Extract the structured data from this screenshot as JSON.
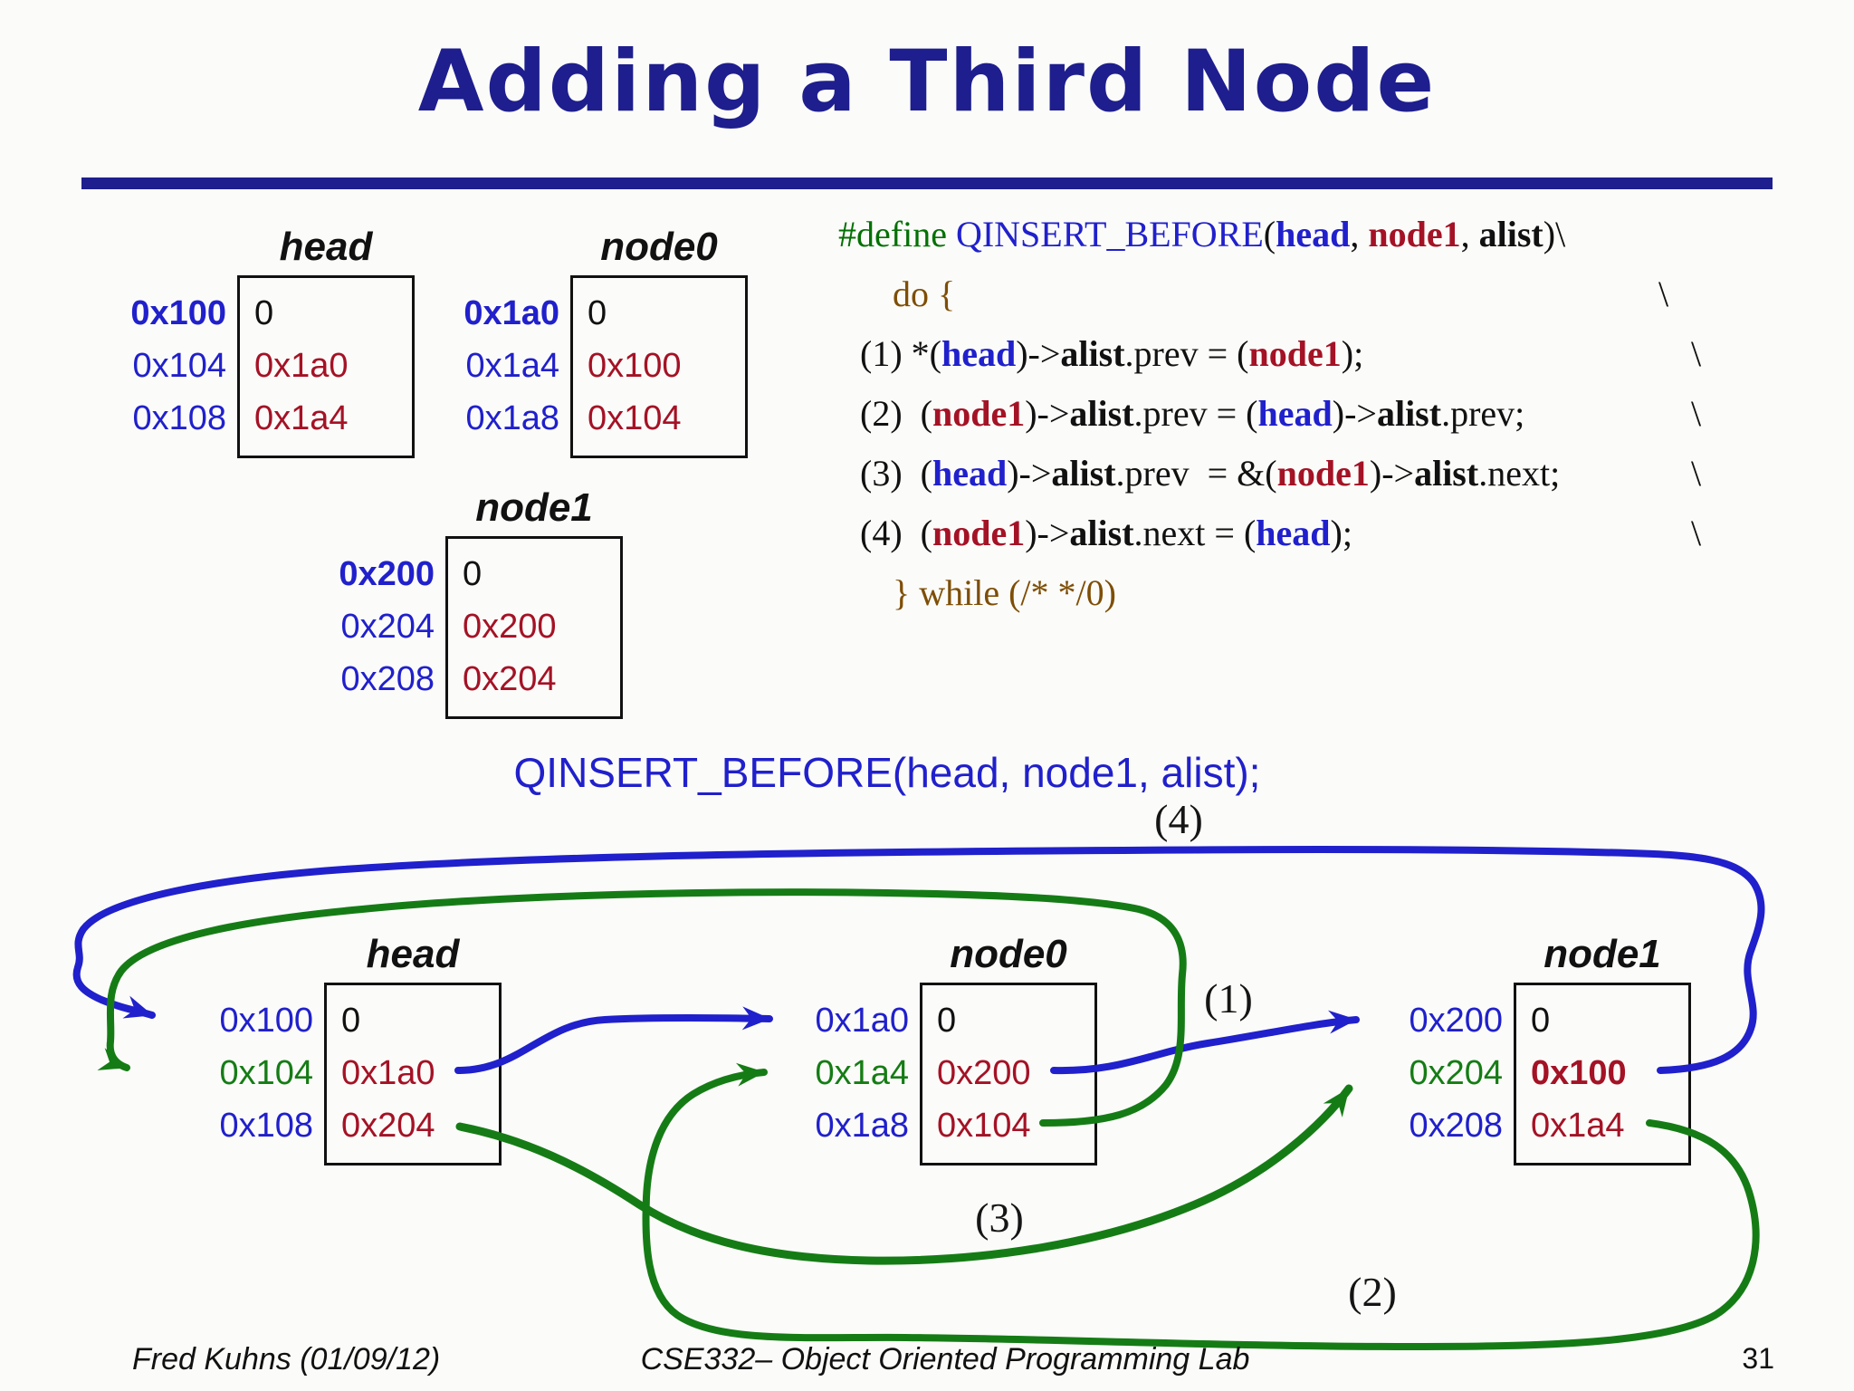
{
  "slide": {
    "title": "Adding a Third Node",
    "call_statement": "QINSERT_BEFORE(head, node1, alist);",
    "footer": {
      "author": "Fred Kuhns (01/09/12)",
      "course": "CSE332– Object Oriented Programming Lab",
      "page": "31"
    }
  },
  "colors": {
    "navy": "#1e1e8e",
    "blue": "#2020cc",
    "dark_red": "#a41225",
    "green": "#157c15",
    "brown": "#7e4e06",
    "code_green": "#047004",
    "black": "#111111"
  },
  "code": {
    "lines": [
      {
        "indent": 0,
        "segments": [
          {
            "t": "#define",
            "c": "g"
          },
          {
            "t": " QINSERT_BEFORE",
            "c": "b"
          },
          {
            "t": "(",
            "c": "k"
          },
          {
            "t": "head",
            "c": "bb"
          },
          {
            "t": ", ",
            "c": "k"
          },
          {
            "t": "node1",
            "c": "br"
          },
          {
            "t": ", ",
            "c": "k"
          },
          {
            "t": "alist",
            "c": "bk"
          },
          {
            "t": ")\\",
            "c": "k"
          }
        ]
      },
      {
        "indent": 2,
        "segments": [
          {
            "t": "do {",
            "c": "w"
          }
        ],
        "cont": "\\"
      },
      {
        "indent": 1,
        "segments": [
          {
            "t": "(1) *(",
            "c": "k"
          },
          {
            "t": "head",
            "c": "bb"
          },
          {
            "t": ")->",
            "c": "k"
          },
          {
            "t": "alist",
            "c": "bk"
          },
          {
            "t": ".prev = (",
            "c": "k"
          },
          {
            "t": "node1",
            "c": "br"
          },
          {
            "t": ");",
            "c": "k"
          }
        ],
        "cont": "\\"
      },
      {
        "indent": 1,
        "segments": [
          {
            "t": "(2)  (",
            "c": "k"
          },
          {
            "t": "node1",
            "c": "br"
          },
          {
            "t": ")->",
            "c": "k"
          },
          {
            "t": "alist",
            "c": "bk"
          },
          {
            "t": ".prev = (",
            "c": "k"
          },
          {
            "t": "head",
            "c": "bb"
          },
          {
            "t": ")->",
            "c": "k"
          },
          {
            "t": "alist",
            "c": "bk"
          },
          {
            "t": ".prev;",
            "c": "k"
          }
        ],
        "cont": "\\"
      },
      {
        "indent": 1,
        "segments": [
          {
            "t": "(3)  (",
            "c": "k"
          },
          {
            "t": "head",
            "c": "bb"
          },
          {
            "t": ")->",
            "c": "k"
          },
          {
            "t": "alist",
            "c": "bk"
          },
          {
            "t": ".prev  = &(",
            "c": "k"
          },
          {
            "t": "node1",
            "c": "br"
          },
          {
            "t": ")->",
            "c": "k"
          },
          {
            "t": "alist",
            "c": "bk"
          },
          {
            "t": ".next;",
            "c": "k"
          }
        ],
        "cont": "\\"
      },
      {
        "indent": 1,
        "segments": [
          {
            "t": "(4)  (",
            "c": "k"
          },
          {
            "t": "node1",
            "c": "br"
          },
          {
            "t": ")->",
            "c": "k"
          },
          {
            "t": "alist",
            "c": "bk"
          },
          {
            "t": ".next = (",
            "c": "k"
          },
          {
            "t": "head",
            "c": "bb"
          },
          {
            "t": ");",
            "c": "k"
          }
        ],
        "cont": "\\"
      },
      {
        "indent": 2,
        "segments": [
          {
            "t": "} while (/* */0)",
            "c": "w"
          }
        ]
      }
    ]
  },
  "tables_top": {
    "head": {
      "name": "head",
      "rows": [
        {
          "addr": "0x100",
          "ac": "blue",
          "ab": true,
          "val": "0",
          "vc": "k"
        },
        {
          "addr": "0x104",
          "ac": "blue",
          "val": "0x1a0",
          "vc": "red"
        },
        {
          "addr": "0x108",
          "ac": "blue",
          "val": "0x1a4",
          "vc": "red"
        }
      ]
    },
    "node0": {
      "name": "node0",
      "rows": [
        {
          "addr": "0x1a0",
          "ac": "blue",
          "ab": true,
          "val": "0",
          "vc": "k"
        },
        {
          "addr": "0x1a4",
          "ac": "blue",
          "val": "0x100",
          "vc": "red"
        },
        {
          "addr": "0x1a8",
          "ac": "blue",
          "val": "0x104",
          "vc": "red"
        }
      ]
    },
    "node1": {
      "name": "node1",
      "rows": [
        {
          "addr": "0x200",
          "ac": "blue",
          "ab": true,
          "val": "0",
          "vc": "k"
        },
        {
          "addr": "0x204",
          "ac": "blue",
          "val": "0x200",
          "vc": "red"
        },
        {
          "addr": "0x208",
          "ac": "blue",
          "val": "0x204",
          "vc": "red"
        }
      ]
    }
  },
  "tables_bottom": {
    "head": {
      "name": "head",
      "rows": [
        {
          "addr": "0x100",
          "ac": "blue",
          "val": "0",
          "vc": "k"
        },
        {
          "addr": "0x104",
          "ac": "green",
          "val": "0x1a0",
          "vc": "red"
        },
        {
          "addr": "0x108",
          "ac": "blue",
          "val": "0x204",
          "vc": "red"
        }
      ]
    },
    "node0": {
      "name": "node0",
      "rows": [
        {
          "addr": "0x1a0",
          "ac": "blue",
          "val": "0",
          "vc": "k"
        },
        {
          "addr": "0x1a4",
          "ac": "green",
          "val": "0x200",
          "vc": "red"
        },
        {
          "addr": "0x1a8",
          "ac": "blue",
          "val": "0x104",
          "vc": "red"
        }
      ]
    },
    "node1": {
      "name": "node1",
      "rows": [
        {
          "addr": "0x200",
          "ac": "blue",
          "val": "0",
          "vc": "k"
        },
        {
          "addr": "0x204",
          "ac": "green",
          "val": "0x100",
          "vc": "red",
          "vb": true
        },
        {
          "addr": "0x208",
          "ac": "blue",
          "val": "0x1a4",
          "vc": "red"
        }
      ]
    }
  },
  "diagram": {
    "labels": {
      "step1": "(1)",
      "step2": "(2)",
      "step3": "(3)",
      "step4": "(4)"
    }
  }
}
